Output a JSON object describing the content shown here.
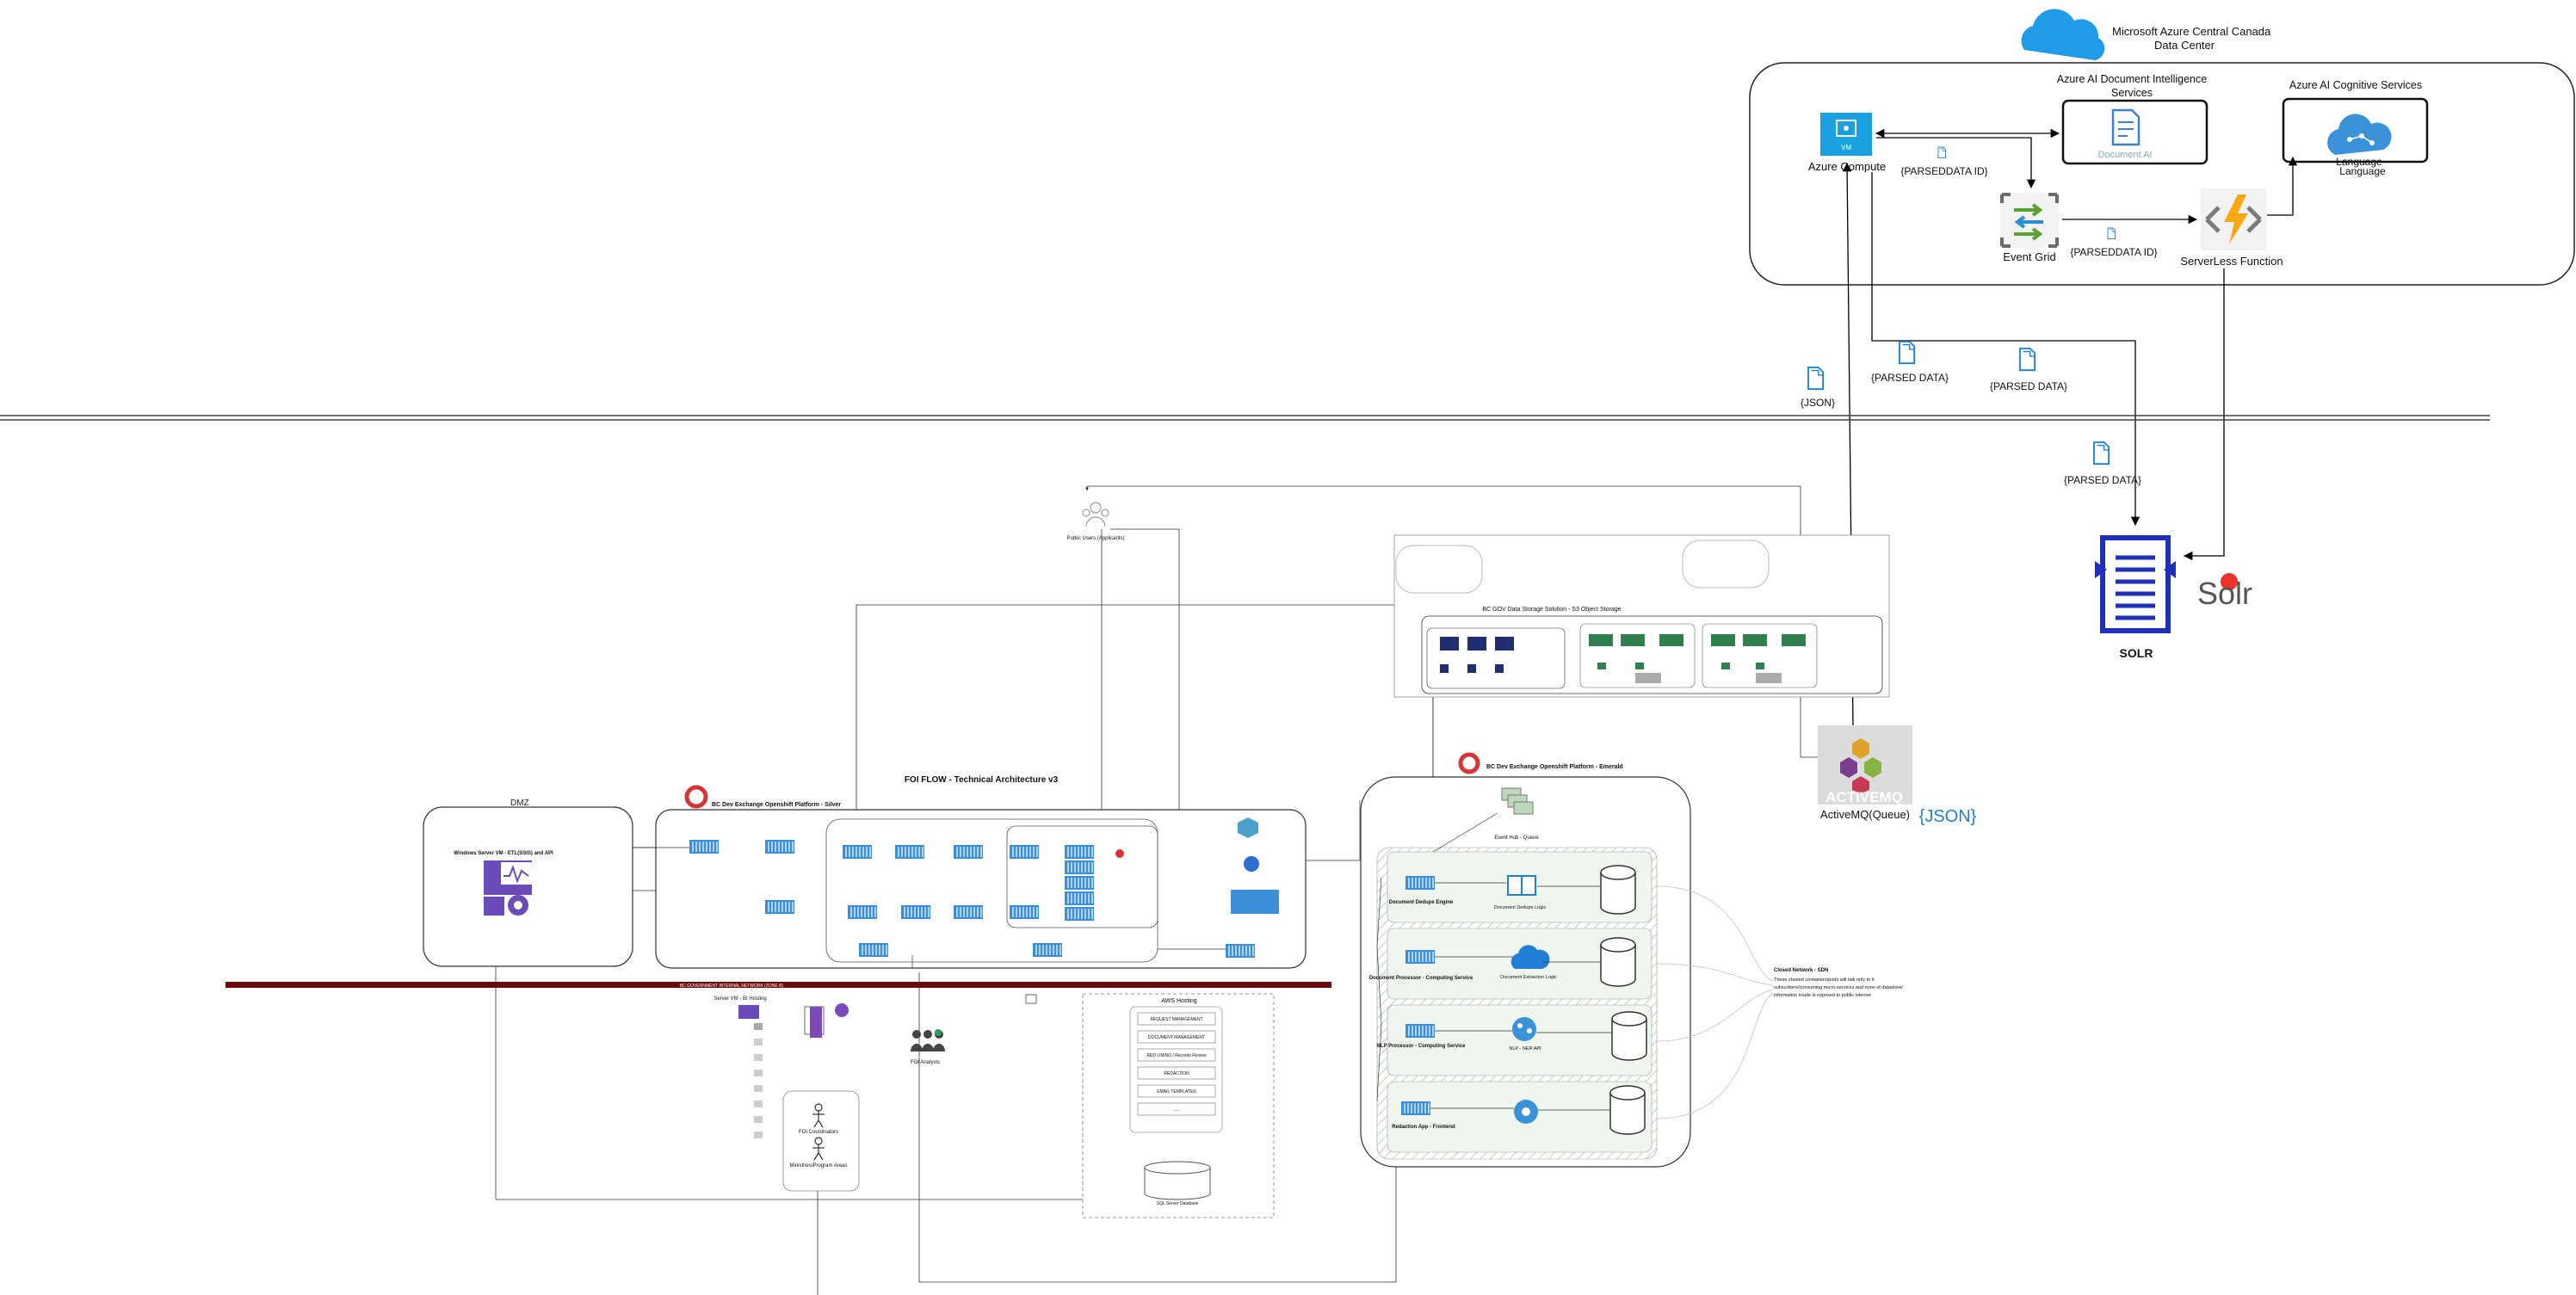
{
  "cloud": {
    "title_line1": "Microsoft Azure Central Canada",
    "title_line2": "Data Center",
    "doc_intel_title_line1": "Azure AI Document Intelligence",
    "doc_intel_title_line2": "Services",
    "doc_ai_label": "Document AI",
    "cognitive_title": "Azure AI Cognitive Services",
    "language_label_1": "Language",
    "language_label_2": "Language",
    "compute_label": "Azure Compute",
    "vm_badge": "VM",
    "event_grid_label": "Event Grid",
    "serverless_label": "ServerLess Function",
    "parsed_id_1": "{PARSEDDATA ID}",
    "parsed_id_2": "{PARSEDDATA ID}"
  },
  "flows": {
    "json_label": "{JSON}",
    "parsed_data_1": "{PARSED DATA}",
    "parsed_data_2": "{PARSED DATA}",
    "parsed_data_3": "{PARSED DATA}"
  },
  "solr": {
    "logo_text": "Solr",
    "label": "SOLR"
  },
  "activemq": {
    "logo_text": "ACTIVEMQ",
    "label": "ActiveMQ(Queue)",
    "json_badge": "{JSON}"
  },
  "onprem": {
    "title": "FOI FLOW - Technical Architecture v3",
    "dmz_title": "DMZ",
    "dmz_server": "Windows Server VM - ETL(SSIS) and API",
    "silver_title": "BC Dev Exchange Openshift Platform - Silver",
    "emerald_title": "BC Dev Exchange Openshift Platform - Emerald",
    "s3_title": "BC GOV Data Storage Solution - S3 Object Storage",
    "event_hub": "Event Hub - Queue",
    "engine_1": "Document Dedupe Engine",
    "engine_2": "Document Processor - Computing Service",
    "engine_3": "NLP Processor - Computing Service",
    "engine_4": "Redaction App - Frontend",
    "logic_1": "Document Dedupe Logic",
    "logic_2": "Document Extraction Logic",
    "logic_3": "NLP - NER API",
    "closed_network_title": "Closed Network - SDN",
    "closed_network_text_1": "These shaded containers/pods will talk only to it",
    "closed_network_text_2": "subscribers/consuming micro-services and none of datastore/",
    "closed_network_text_3": "information inside is exposed to public internet",
    "public_users": "Public Users (Applicants)",
    "gov_network": "BC GOVERNMENT INTERNAL NETWORK (ZONE B)",
    "aws_title": "AWS Hosting",
    "aws_items": [
      "REQUEST MANAGEMENT",
      "DOCUMENT MANAGEMENT",
      "RED LINING / Records Review",
      "REDACTION",
      "EMAIL TEMPLATES",
      "......"
    ],
    "sql_label": "SQL Server Database",
    "foi_coord": "FOI Coordinators",
    "ministry_users": "Ministries/Program Areas",
    "bi_label": "FOI Analysts",
    "web_mgmt": "Server VM - BI Hosting"
  }
}
